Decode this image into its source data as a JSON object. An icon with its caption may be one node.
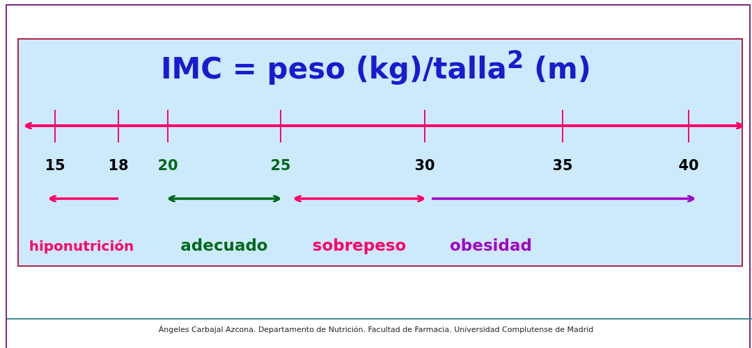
{
  "diagram": {
    "title": "IMC = peso (kg)/talla$^{2}$ (m)",
    "labels": [
      "15",
      "18",
      "20",
      "25",
      "30",
      "35",
      "40",
      "hiponutrición",
      "adecuado",
      "sobrepeso",
      "obesidad"
    ],
    "caption": "Ángeles Carbajal Azcona. Departamento de Nutrición. Facultad de Farmacia. Universidad Complutense de Madrid"
  }
}
